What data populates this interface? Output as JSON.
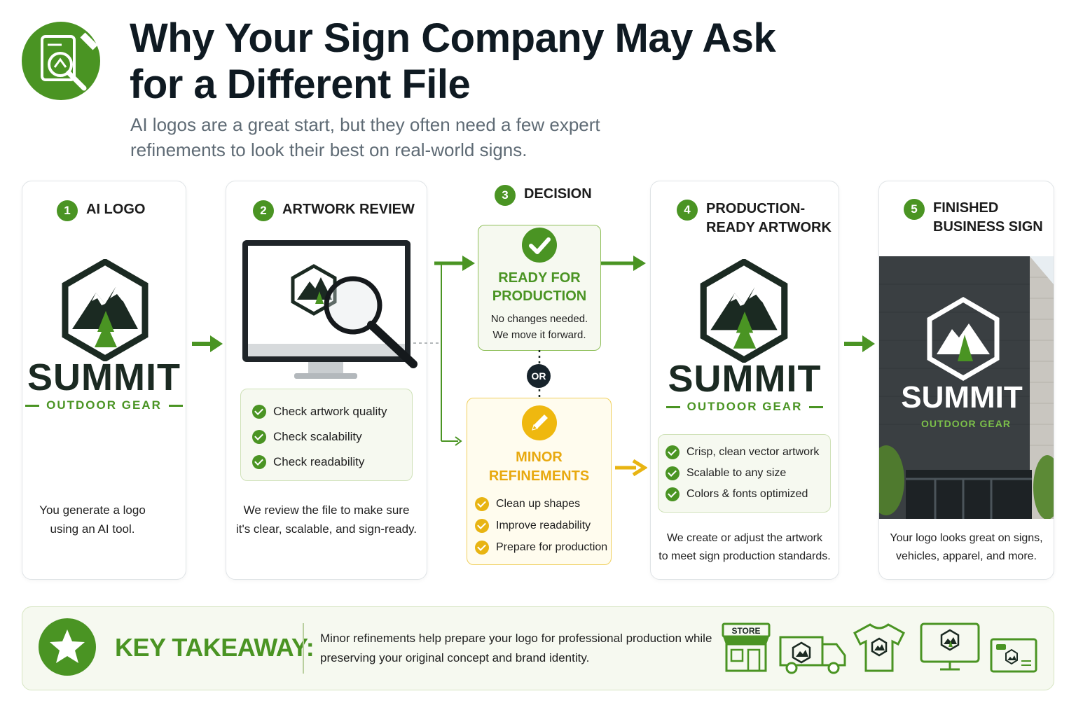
{
  "header": {
    "title": "Why Your Sign Company May Ask for a Different File",
    "subtitle": "AI logos are a great start, but they often need a few expert refinements to look their best on real-world signs."
  },
  "logo": {
    "name": "SUMMIT",
    "tagline": "OUTDOOR GEAR"
  },
  "steps": [
    {
      "number": "1",
      "title": "AI LOGO",
      "description": "You generate a logo\nusing an AI tool."
    },
    {
      "number": "2",
      "title": "ARTWORK REVIEW",
      "description": "We review the file to make sure\nit's clear, scalable, and sign-ready.",
      "checks": [
        "Check artwork quality",
        "Check scalability",
        "Check readability"
      ]
    },
    {
      "number": "3",
      "title": "DECISION"
    },
    {
      "number": "4",
      "title": "PRODUCTION-\nREADY ARTWORK",
      "description": "We create or adjust the artwork\nto meet sign production standards.",
      "checks": [
        "Crisp, clean vector artwork",
        "Scalable to any size",
        "Colors & fonts optimized"
      ]
    },
    {
      "number": "5",
      "title": "FINISHED\nBUSINESS SIGN",
      "description": "Your logo looks great on signs,\nvehicles, apparel, and more."
    }
  ],
  "decision": {
    "ready_title": "READY FOR\nPRODUCTION",
    "ready_text": "No changes needed.\nWe move it forward.",
    "or_label": "OR",
    "minor_title": "MINOR\nREFINEMENTS",
    "minor_items": [
      "Clean up shapes",
      "Improve readability",
      "Prepare for production"
    ]
  },
  "takeaway": {
    "label": "KEY TAKEAWAY:",
    "text": "Minor refinements help prepare your logo for professional production while preserving your original concept and brand identity.",
    "store_sign": "STORE"
  },
  "icons": [
    "document-search-icon",
    "check-icon",
    "pencil-icon",
    "magnifier-icon",
    "star-icon",
    "store-icon",
    "van-icon",
    "tshirt-icon",
    "monitor-icon",
    "business-card-icon"
  ],
  "colors": {
    "green": "#4a9423",
    "yellow": "#e8b412",
    "dark": "#1b2a22"
  }
}
